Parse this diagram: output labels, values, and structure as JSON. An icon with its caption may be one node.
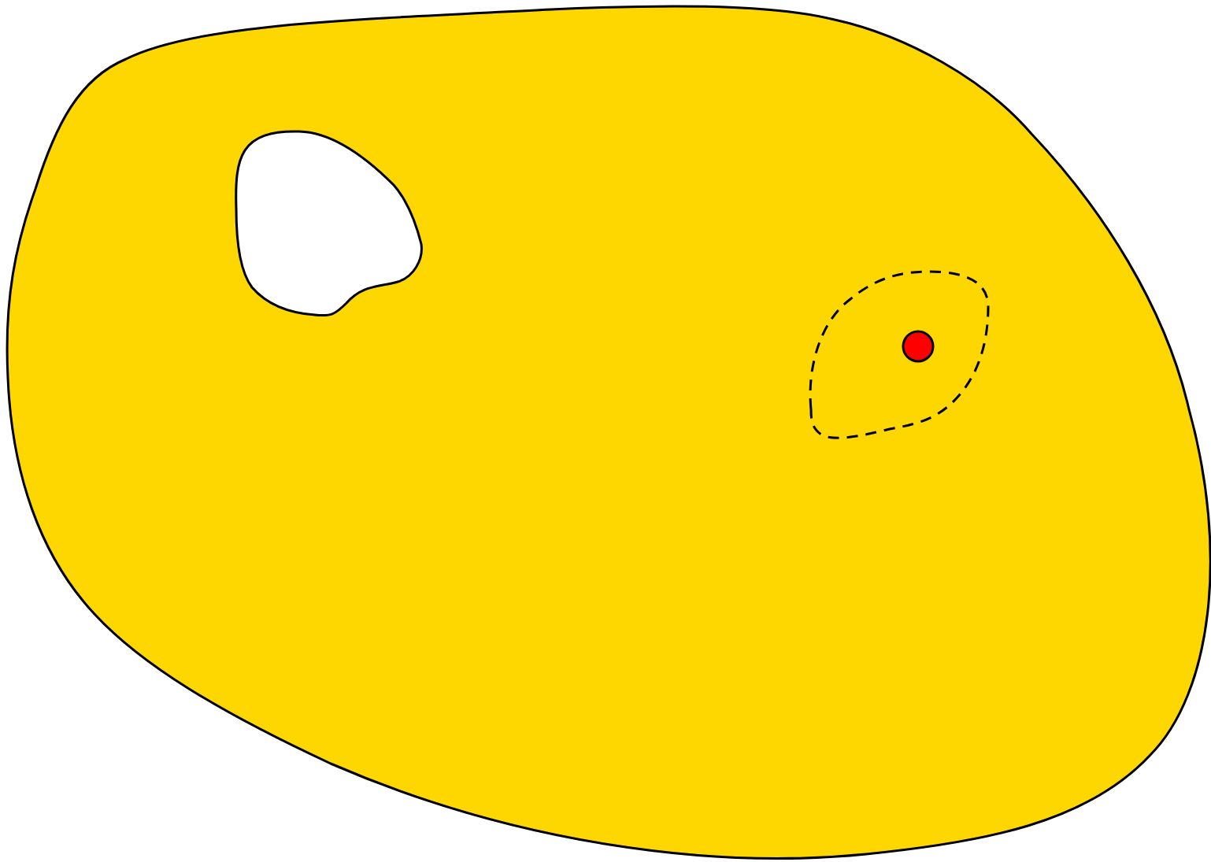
{
  "diagram": {
    "nodes": [
      {
        "text": [],
        "shape": "blob"
      },
      {
        "text": [],
        "shape": "hole",
        "in": 0
      },
      {
        "text": [],
        "shape": "blob",
        "in": 0
      },
      {
        "text": [],
        "shape": "circle",
        "in": 2
      }
    ]
  }
}
